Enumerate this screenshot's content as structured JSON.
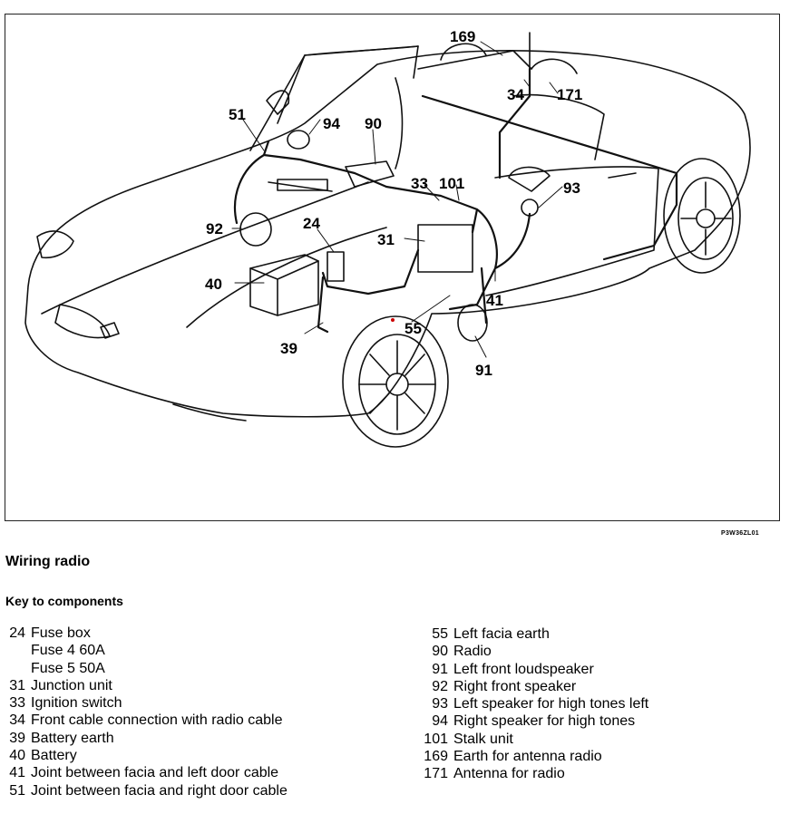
{
  "figure": {
    "reference_code": "P3W36ZL01",
    "callouts": [
      "169",
      "34",
      "171",
      "51",
      "94",
      "90",
      "33",
      "101",
      "93",
      "92",
      "24",
      "31",
      "40",
      "41",
      "55",
      "39",
      "91"
    ]
  },
  "caption": {
    "title": "Wiring radio",
    "key_heading": "Key to components"
  },
  "key_left": [
    {
      "num": "24",
      "text": "Fuse box"
    },
    {
      "num": "",
      "text": "Fuse 4 60A"
    },
    {
      "num": "",
      "text": "Fuse 5 50A"
    },
    {
      "num": "31",
      "text": "Junction unit"
    },
    {
      "num": "33",
      "text": "Ignition switch"
    },
    {
      "num": "34",
      "text": "Front cable connection with radio cable"
    },
    {
      "num": "39",
      "text": "Battery earth"
    },
    {
      "num": "40",
      "text": "Battery"
    },
    {
      "num": "41",
      "text": "Joint between facia and left door cable"
    },
    {
      "num": "51",
      "text": "Joint between facia and right door cable"
    }
  ],
  "key_right": [
    {
      "num": "55",
      "text": "Left facia earth"
    },
    {
      "num": "90",
      "text": "Radio"
    },
    {
      "num": "91",
      "text": "Left front loudspeaker"
    },
    {
      "num": "92",
      "text": "Right front speaker"
    },
    {
      "num": "93",
      "text": "Left speaker for high tones left"
    },
    {
      "num": "94",
      "text": "Right speaker for high tones"
    },
    {
      "num": "101",
      "text": "Stalk unit"
    },
    {
      "num": "169",
      "text": "Earth for antenna radio"
    },
    {
      "num": "171",
      "text": "Antenna for radio"
    }
  ]
}
